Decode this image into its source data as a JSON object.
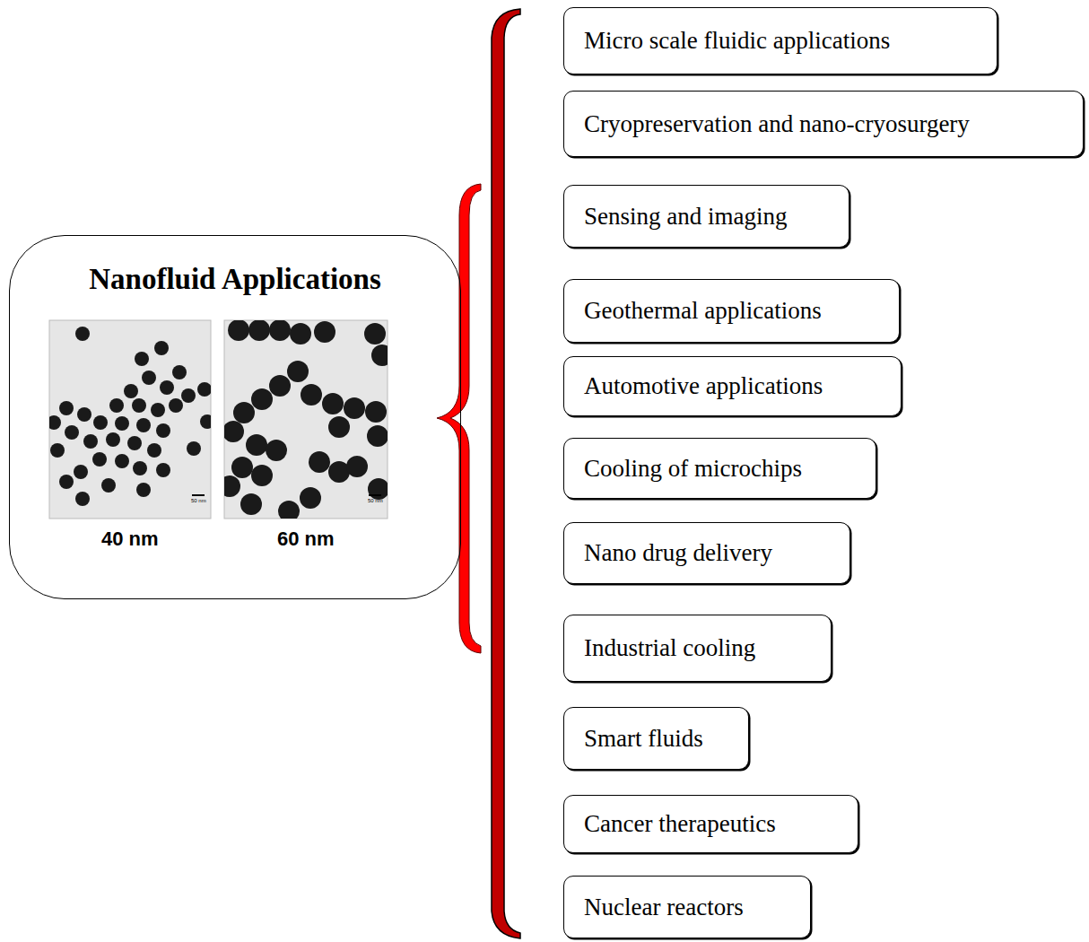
{
  "diagram": {
    "nodes": [
      {
        "text": [
          "Nanofluid Applications"
        ]
      },
      {
        "text": [
          "Micro scale fluidic applications"
        ]
      },
      {
        "text": [
          "Cryopreservation and nano-cryosurgery"
        ]
      },
      {
        "text": [
          "Sensing and imaging"
        ]
      },
      {
        "text": [
          "Geothermal applications"
        ]
      },
      {
        "text": [
          "Automotive applications"
        ]
      },
      {
        "text": [
          "Cooling of microchips"
        ]
      },
      {
        "text": [
          "Nano drug delivery"
        ]
      },
      {
        "text": [
          "Industrial cooling"
        ]
      },
      {
        "text": [
          "Smart fluids"
        ]
      },
      {
        "text": [
          "Cancer therapeutics"
        ]
      },
      {
        "text": [
          "Nuclear reactors"
        ]
      }
    ],
    "labels": [
      "40 nm",
      "60 nm",
      "50 nm",
      "50 nm"
    ]
  }
}
